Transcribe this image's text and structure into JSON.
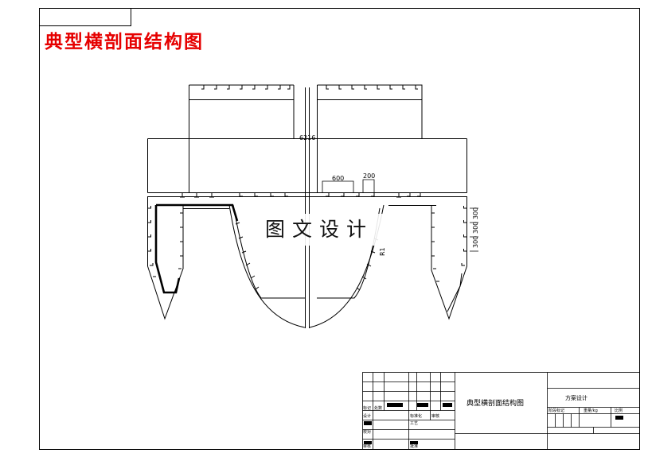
{
  "title": "典型横剖面结构图",
  "watermark": "图文设计",
  "dimensions": {
    "beam": "6216",
    "spacing": "600",
    "web": "200",
    "frame_1": "300",
    "frame_2": "300",
    "frame_3": "300",
    "frame_4": "300",
    "side": "R1"
  },
  "title_block": {
    "drawing_name": "典型横剖面结构图",
    "stage": "方案设计",
    "c_mark": "标记",
    "c_count": "处数",
    "c_design": "设计",
    "c_review": "审核",
    "c_check": "校对",
    "c_std": "标准化",
    "c_process": "工艺",
    "c_approve": "批准",
    "c_stage": "阶段标记",
    "c_weight": "重量/kg",
    "c_scale": "比例"
  },
  "colors": {
    "title": "#e60000",
    "line": "#000000"
  }
}
